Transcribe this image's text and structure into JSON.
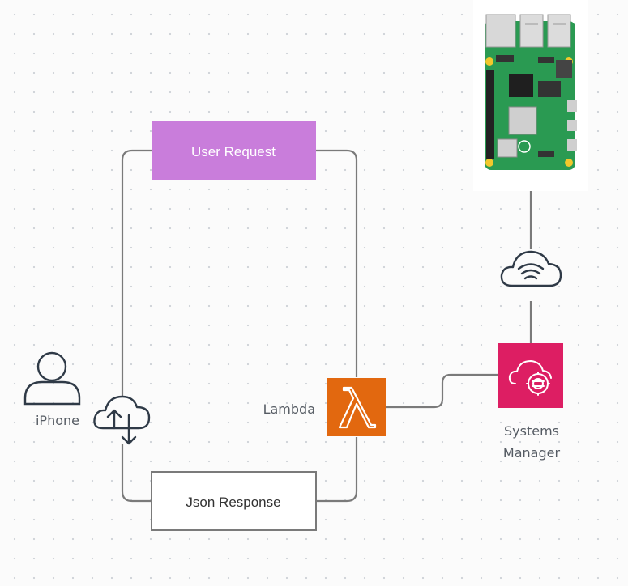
{
  "nodes": {
    "user_request": {
      "label": "User Request",
      "color": "#c97ddb",
      "text_color": "#ffffff"
    },
    "json_response": {
      "label": "Json Response",
      "color": "#ffffff",
      "text_color": "#333333"
    },
    "iphone": {
      "label": "iPhone",
      "icon": "user-icon"
    },
    "cloud_sync": {
      "icon": "cloud-upload-download-icon"
    },
    "lambda": {
      "label": "Lambda",
      "icon": "lambda-icon",
      "color": "#e2680f"
    },
    "systems_manager": {
      "label_line1": "Systems",
      "label_line2": "Manager",
      "icon": "systems-manager-icon",
      "color": "#dd1e63"
    },
    "wifi_cloud": {
      "icon": "cloud-wifi-icon"
    },
    "raspberry_pi": {
      "icon": "raspberry-pi-board-image",
      "board_color": "#2a9a52"
    }
  },
  "colors": {
    "connector": "#7a7a7a",
    "icon_stroke": "#2f3a47"
  }
}
